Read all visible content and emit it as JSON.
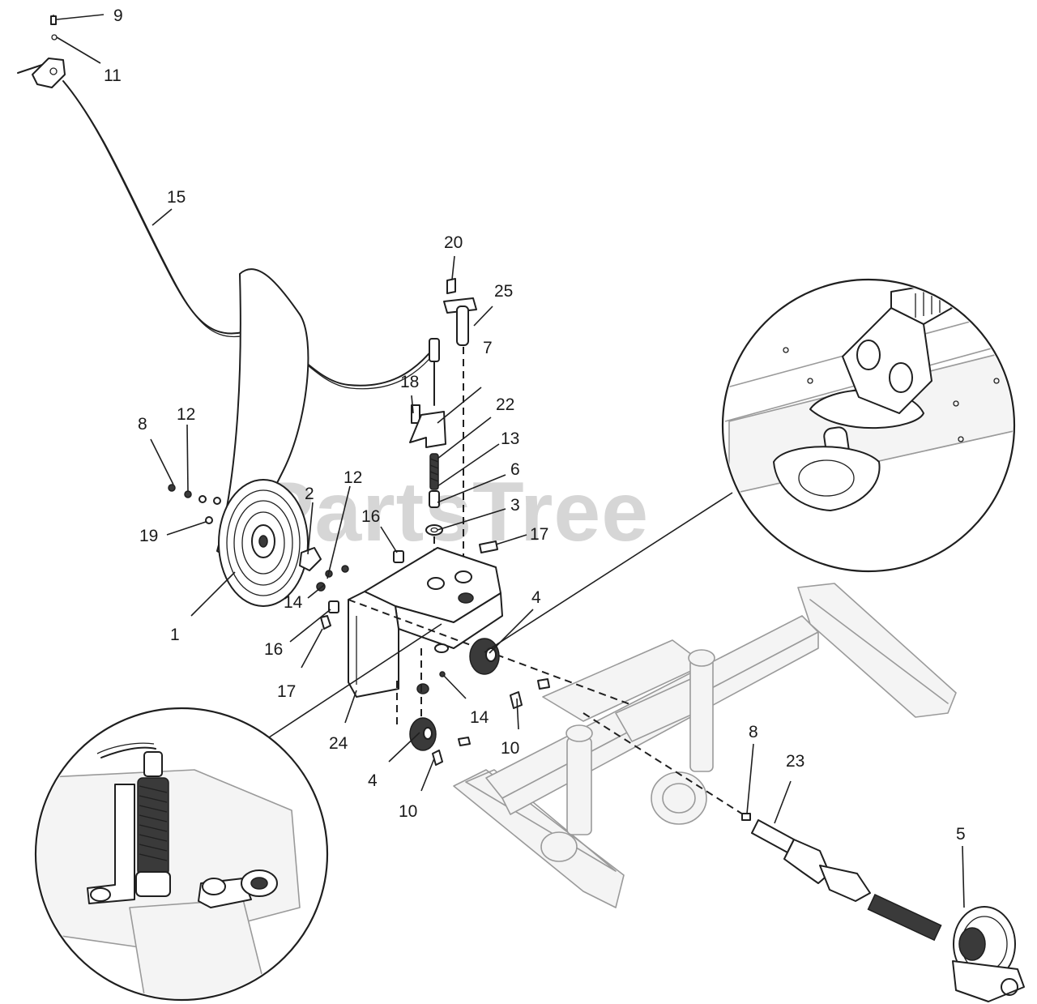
{
  "watermark": {
    "text": "PartsTree",
    "trademark": "™"
  },
  "callouts": [
    {
      "id": "9",
      "label": "9"
    },
    {
      "id": "11",
      "label": "11"
    },
    {
      "id": "15",
      "label": "15"
    },
    {
      "id": "20",
      "label": "20"
    },
    {
      "id": "25",
      "label": "25"
    },
    {
      "id": "18",
      "label": "18"
    },
    {
      "id": "7",
      "label": "7"
    },
    {
      "id": "22",
      "label": "22"
    },
    {
      "id": "13",
      "label": "13"
    },
    {
      "id": "6",
      "label": "6"
    },
    {
      "id": "3",
      "label": "3"
    },
    {
      "id": "17a",
      "label": "17"
    },
    {
      "id": "8a",
      "label": "8"
    },
    {
      "id": "12a",
      "label": "12"
    },
    {
      "id": "12b",
      "label": "12"
    },
    {
      "id": "2",
      "label": "2"
    },
    {
      "id": "16a",
      "label": "16"
    },
    {
      "id": "19",
      "label": "19"
    },
    {
      "id": "14a",
      "label": "14"
    },
    {
      "id": "1",
      "label": "1"
    },
    {
      "id": "16b",
      "label": "16"
    },
    {
      "id": "17b",
      "label": "17"
    },
    {
      "id": "4a",
      "label": "4"
    },
    {
      "id": "14b",
      "label": "14"
    },
    {
      "id": "10a",
      "label": "10"
    },
    {
      "id": "24",
      "label": "24"
    },
    {
      "id": "4b",
      "label": "4"
    },
    {
      "id": "10b",
      "label": "10"
    },
    {
      "id": "8b",
      "label": "8"
    },
    {
      "id": "23",
      "label": "23"
    },
    {
      "id": "5",
      "label": "5"
    }
  ]
}
